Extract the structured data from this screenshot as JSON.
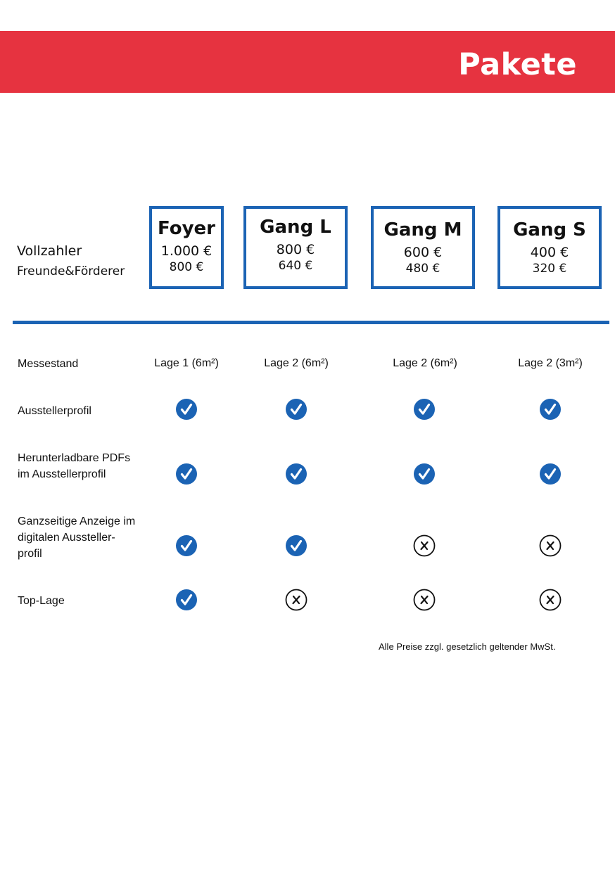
{
  "header": {
    "title": "Pakete"
  },
  "price_labels": {
    "full_payer": "Vollzahler",
    "friends": "Freunde&Förderer"
  },
  "packages": [
    {
      "name": "Foyer",
      "price_full": "1.000 €",
      "price_friends": "800 €",
      "stand": "Lage 1 (6m²)"
    },
    {
      "name": "Gang L",
      "price_full": "800 €",
      "price_friends": "640 €",
      "stand": "Lage 2 (6m²)"
    },
    {
      "name": "Gang M",
      "price_full": "600 €",
      "price_friends": "480 €",
      "stand": "Lage 2 (6m²)"
    },
    {
      "name": "Gang S",
      "price_full": "400 €",
      "price_friends": "320 €",
      "stand": "Lage 2 (3m²)"
    }
  ],
  "features": {
    "stand_label": "Messestand",
    "rows": [
      {
        "label": "Ausstellerprofil",
        "included": [
          true,
          true,
          true,
          true
        ]
      },
      {
        "label": "Herunterladbare PDFs\nim Ausstellerprofil",
        "included": [
          true,
          true,
          true,
          true
        ]
      },
      {
        "label": "Ganzseitige Anzeige im\ndigitalen Aussteller-\nprofil",
        "included": [
          true,
          true,
          false,
          false
        ]
      },
      {
        "label": "Top-Lage",
        "included": [
          true,
          false,
          false,
          false
        ]
      }
    ]
  },
  "icons": {
    "included": "check-circle-icon",
    "excluded": "x-circle-icon"
  },
  "colors": {
    "banner": "#e63340",
    "accent": "#1b63b4"
  },
  "footnote": "Alle Preise zzgl. gesetzlich geltender MwSt."
}
